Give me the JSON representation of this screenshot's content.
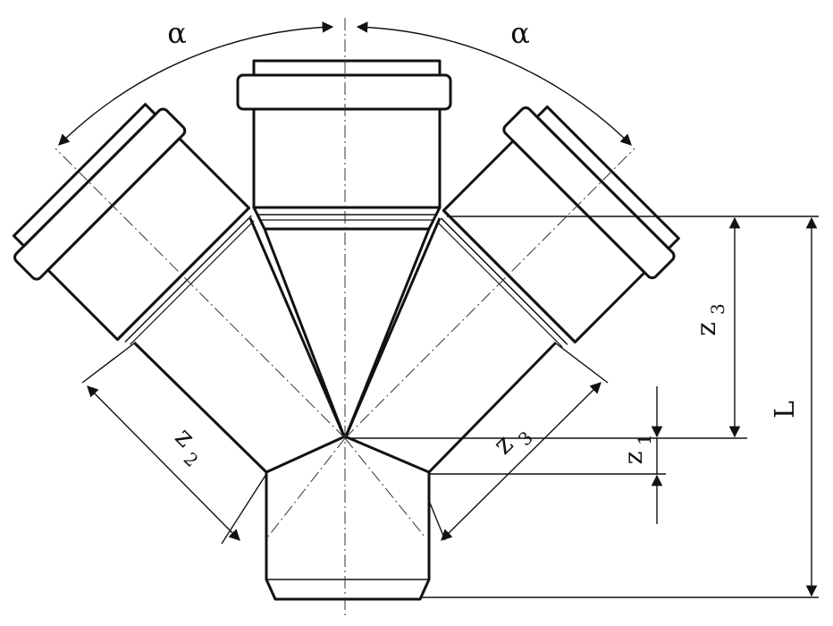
{
  "labels": {
    "alpha_left": "α",
    "alpha_right": "α",
    "z3_right_vertical": "z",
    "z3_right_vertical_sub": "3",
    "z3_diagonal": "z",
    "z3_diagonal_sub": "3",
    "z2_diagonal": "z",
    "z2_diagonal_sub": "2",
    "z1": "z",
    "z1_sub": "1",
    "L": "L"
  }
}
